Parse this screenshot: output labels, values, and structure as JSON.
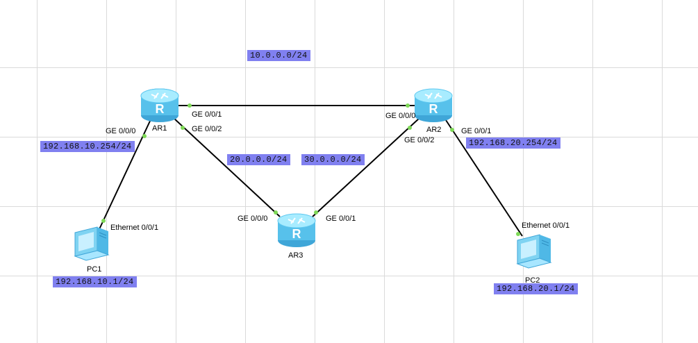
{
  "devices": {
    "ar1": {
      "label": "AR1"
    },
    "ar2": {
      "label": "AR2"
    },
    "ar3": {
      "label": "AR3"
    },
    "pc1": {
      "label": "PC1"
    },
    "pc2": {
      "label": "PC2"
    }
  },
  "ports": {
    "ar1_ge000": "GE 0/0/0",
    "ar1_ge001": "GE 0/0/1",
    "ar1_ge002": "GE 0/0/2",
    "ar2_ge000": "GE 0/0/0",
    "ar2_ge001": "GE 0/0/1",
    "ar2_ge002": "GE 0/0/2",
    "ar3_ge000": "GE 0/0/0",
    "ar3_ge001": "GE 0/0/1",
    "pc1_eth": "Ethernet 0/0/1",
    "pc2_eth": "Ethernet 0/0/1"
  },
  "networks": {
    "ar1_ar2": "10.0.0.0/24",
    "ar1_ar3": "20.0.0.0/24",
    "ar2_ar3": "30.0.0.0/24",
    "ar1_lan": "192.168.10.254/24",
    "ar2_lan": "192.168.20.254/24",
    "pc1_ip": "192.168.10.1/24",
    "pc2_ip": "192.168.20.1/24"
  },
  "colors": {
    "label_bg": "#8080f0",
    "link": "#000000",
    "port_dot": "#7ed957",
    "router_body": "#5ec8f0",
    "pc_body": "#7fd3f2"
  },
  "icons": {
    "router": "router-icon",
    "pc": "pc-icon"
  }
}
